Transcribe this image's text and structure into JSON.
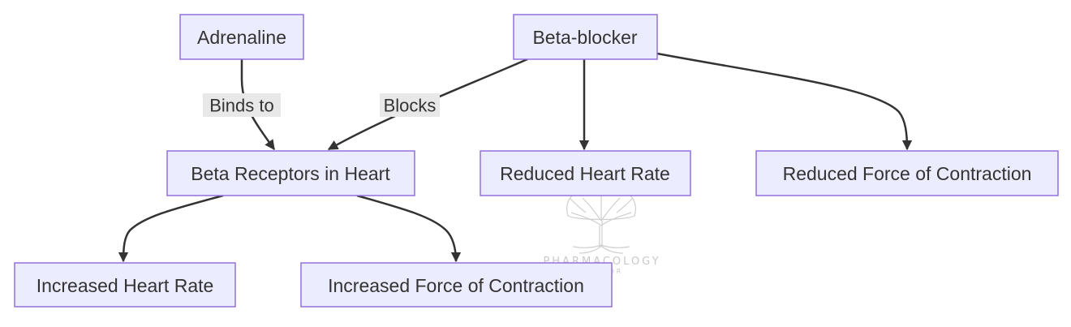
{
  "nodes": {
    "adrenaline": "Adrenaline",
    "beta_blocker": "Beta-blocker",
    "beta_receptors": "Beta Receptors in Heart",
    "reduced_heart_rate": "Reduced Heart Rate",
    "reduced_force": "Reduced Force of Contraction",
    "increased_heart_rate": "Increased Heart Rate",
    "increased_force": "Increased Force of Contraction"
  },
  "edges": {
    "binds_to": "Binds to",
    "blocks": "Blocks"
  },
  "watermark": {
    "line1": "PHARMACOLOGY",
    "line2": "MENTOR"
  },
  "colors": {
    "node_fill": "#ececff",
    "node_stroke": "#9370db",
    "edge": "#333333",
    "label_bg": "#e8e8e8"
  }
}
